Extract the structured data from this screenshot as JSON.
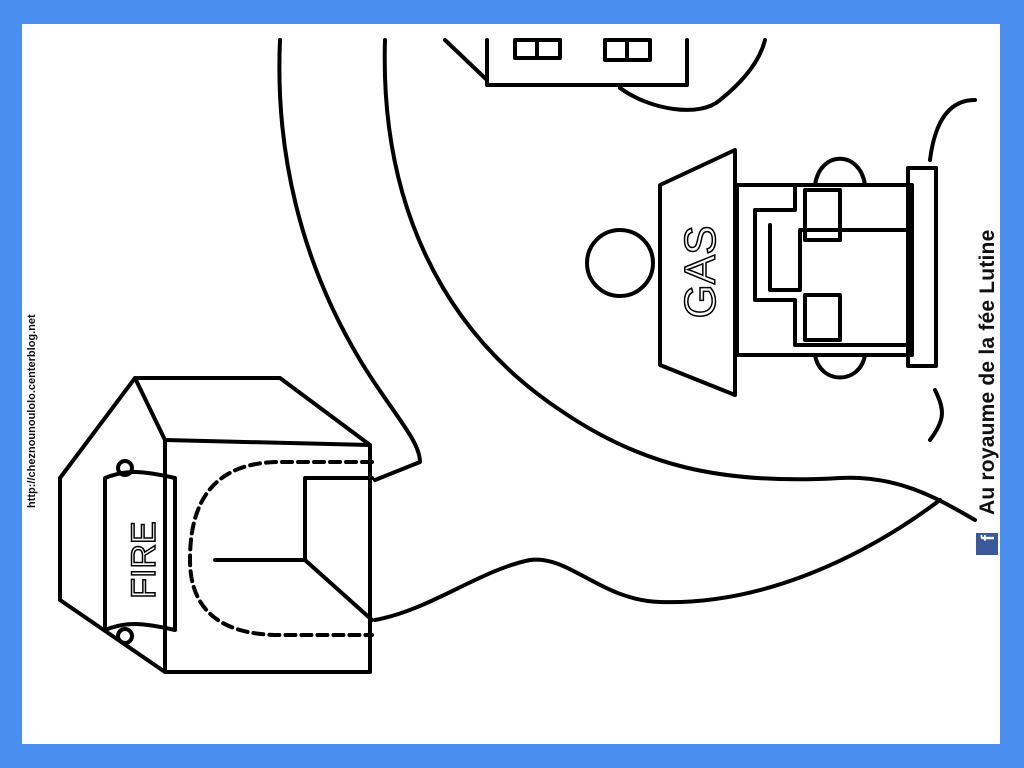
{
  "website_url": "http://cheznounoulolo.centerblog.net",
  "credit_text": "Au royaume de la fée Lutine",
  "facebook_icon_letter": "f",
  "signs": {
    "fire": "FIRE",
    "gas": "GAS"
  },
  "colors": {
    "frame": "#4a8ff0",
    "facebook": "#3b5998"
  }
}
